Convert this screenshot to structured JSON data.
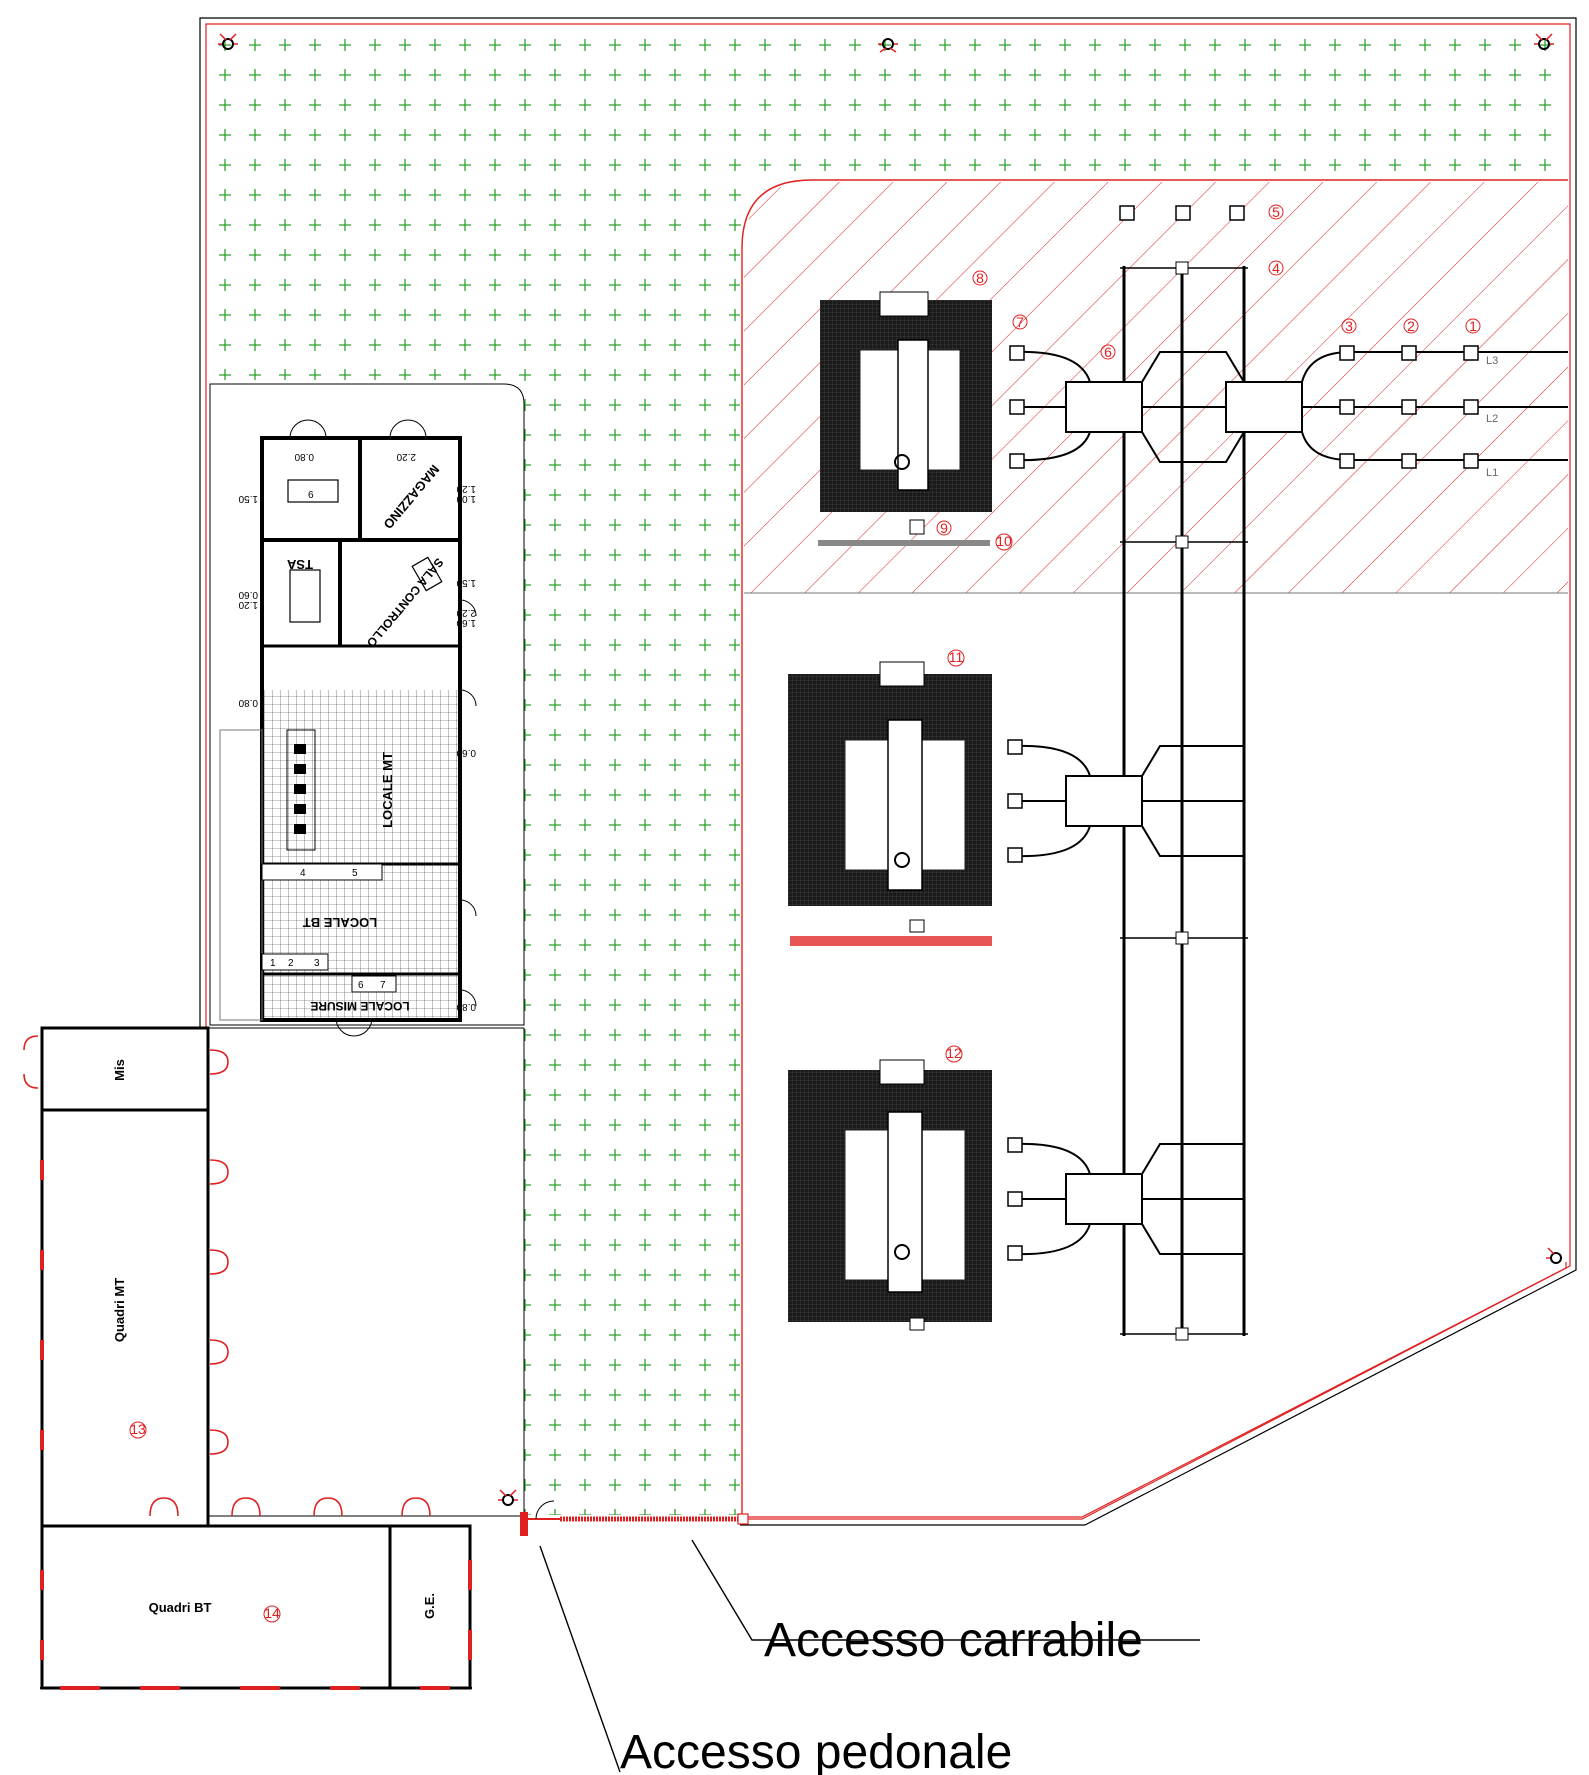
{
  "rooms": {
    "magazzino": "MAGAZZINO",
    "sala_controllo": "SALA CONTROLLO",
    "tsa": "TSA",
    "locale_mt": "LOCALE MT",
    "locale_bt": "LOCALE BT",
    "locale_misure": "LOCALE MISURE",
    "mis": "Mis",
    "quadri_mt": "Quadri MT",
    "quadri_bt": "Quadri BT",
    "ge": "G.E."
  },
  "callouts": {
    "access_vehicle": "Accesso carrabile",
    "access_pedestrian": "Accesso pedonale"
  },
  "phases": [
    "L3",
    "L2",
    "L1"
  ],
  "markers": [
    "1",
    "2",
    "3",
    "4",
    "5",
    "6",
    "7",
    "8",
    "9",
    "10",
    "11",
    "12",
    "13",
    "14"
  ],
  "cells_mt": [
    "1",
    "2",
    "3"
  ],
  "cells_bt": [
    "4",
    "5"
  ],
  "cells_mis": [
    "6",
    "7"
  ],
  "desk_number": "6",
  "dims": {
    "d1": "0.80",
    "d2": "2.20",
    "d3": "1.00",
    "d4": "1.20",
    "d5": "1.50",
    "d6": "0.60",
    "d7": "1.20",
    "d8": "0.80",
    "d9": "1.50",
    "d10": "1.60",
    "d11": "2.20",
    "d12": "0.60",
    "d13": "0.80"
  },
  "colors": {
    "fence_red": "#e02020",
    "grass_green": "#2ca02c",
    "equipment": "#111111"
  }
}
